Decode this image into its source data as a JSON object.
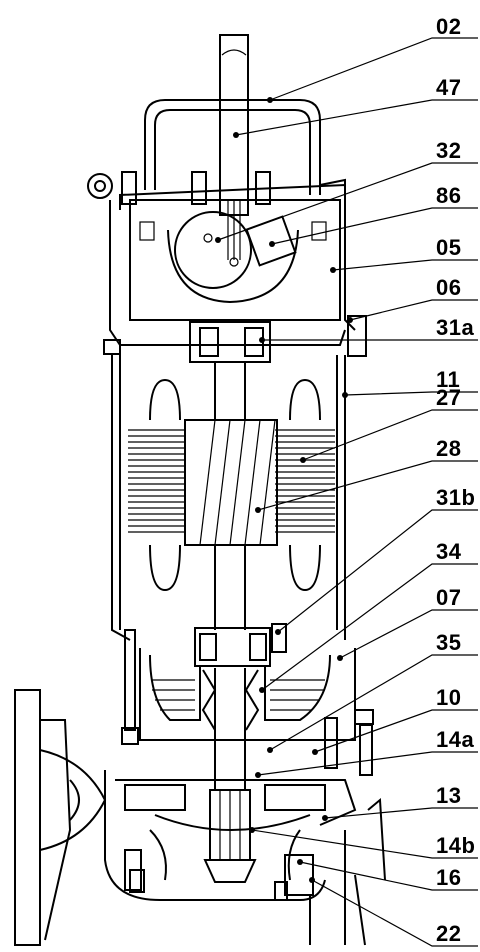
{
  "diagram": {
    "labels": [
      "02",
      "47",
      "32",
      "86",
      "05",
      "06",
      "31a",
      "11",
      "27",
      "28",
      "31b",
      "34",
      "07",
      "35",
      "10",
      "14a",
      "13",
      "14b",
      "16",
      "22"
    ]
  }
}
